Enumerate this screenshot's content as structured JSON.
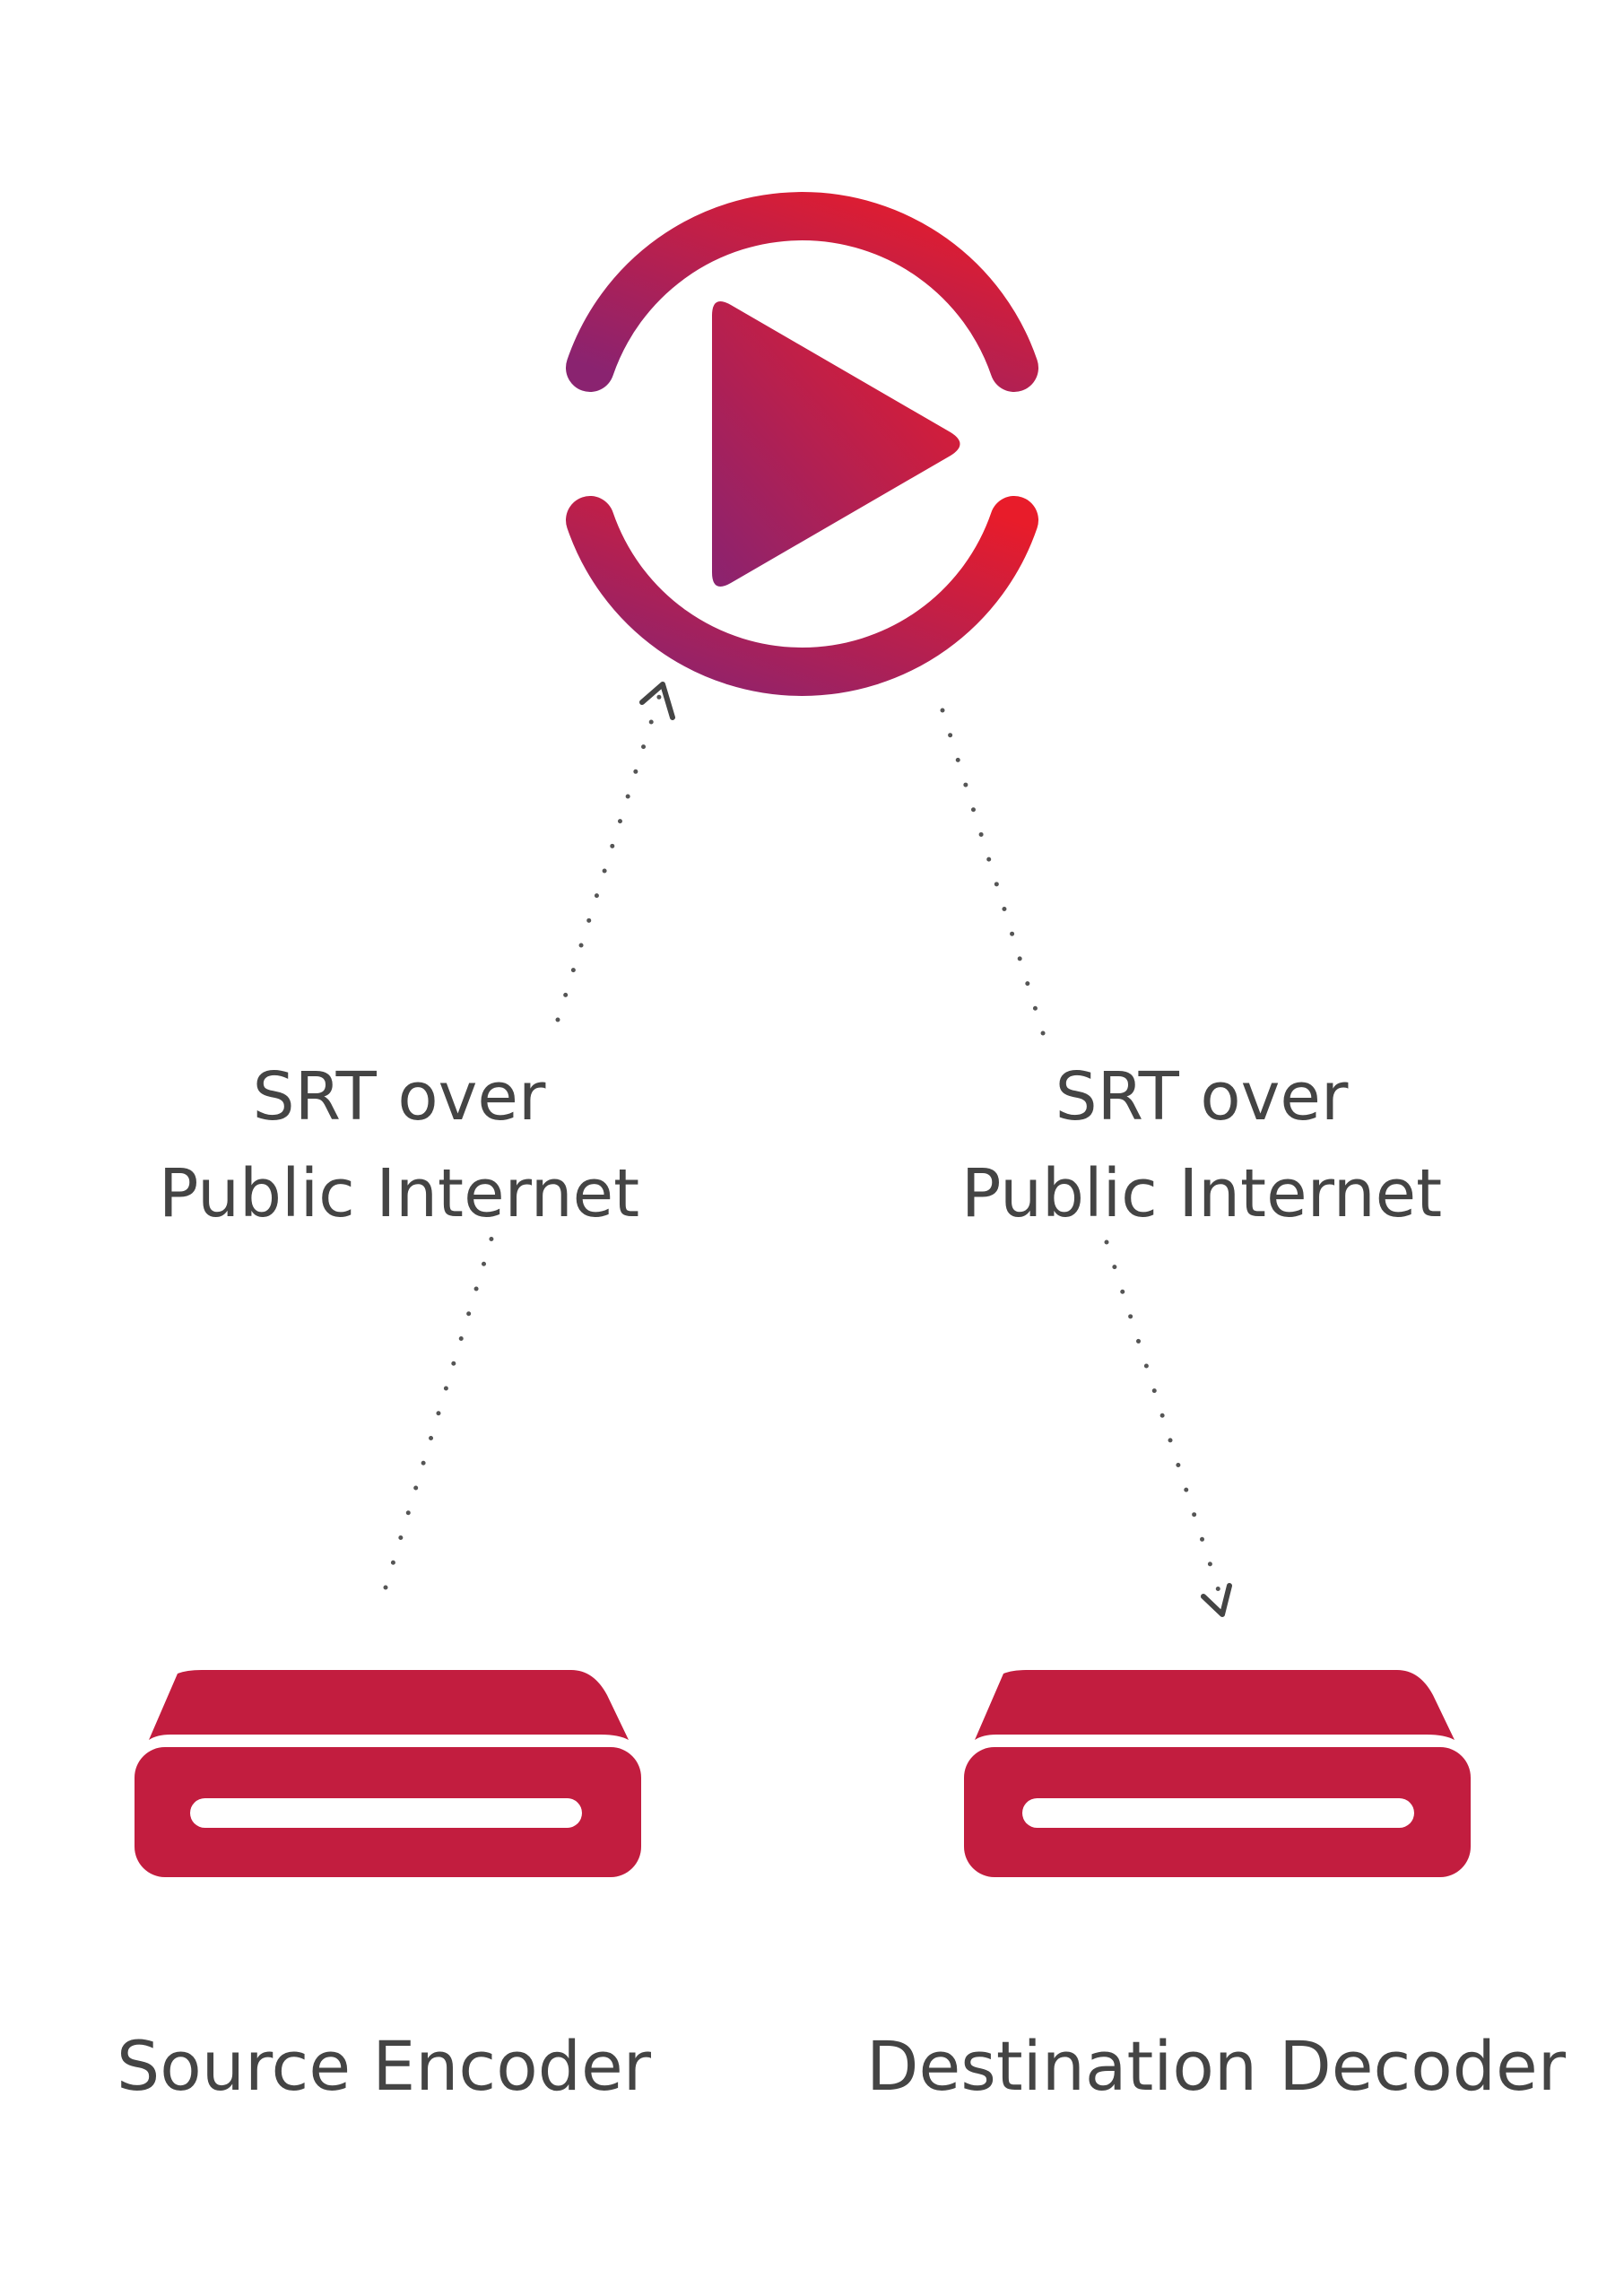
{
  "diagram": {
    "hub": {
      "icon": "play-loop-logo-icon",
      "gradient_start": "#8a2370",
      "gradient_end": "#e81c2a"
    },
    "links": [
      {
        "line1": "SRT over",
        "line2": "Public Internet"
      },
      {
        "line1": "SRT over",
        "line2": "Public Internet"
      }
    ],
    "nodes": [
      {
        "label": "Source Encoder",
        "icon": "hardware-box-icon"
      },
      {
        "label": "Destination Decoder",
        "icon": "hardware-box-icon"
      }
    ],
    "colors": {
      "device": "#c21d3f",
      "text": "#444444",
      "connector": "#555555"
    }
  }
}
